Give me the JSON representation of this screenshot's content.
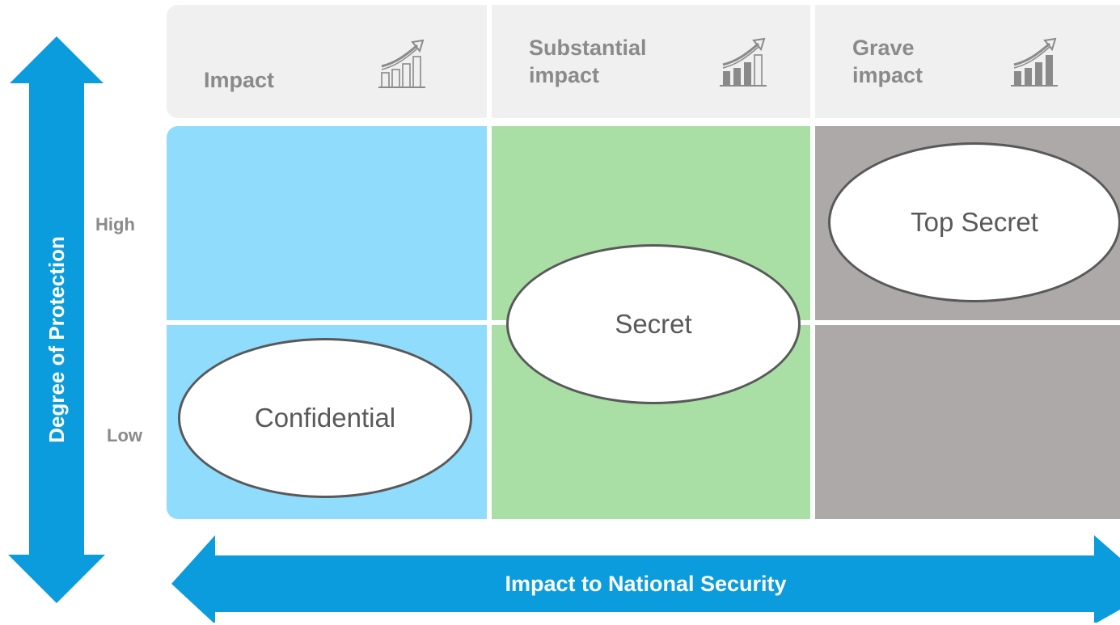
{
  "columns": [
    {
      "label_line1": "Impact",
      "label_line2": "",
      "icon": "bar-chart-outline-icon"
    },
    {
      "label_line1": "Substantial",
      "label_line2": "impact",
      "icon": "bar-chart-growth-icon"
    },
    {
      "label_line1": "Grave",
      "label_line2": "impact",
      "icon": "bar-chart-growth-icon"
    }
  ],
  "rows": {
    "high": "High",
    "low": "Low"
  },
  "classifications": {
    "confidential": "Confidential",
    "secret": "Secret",
    "top_secret": "Top Secret"
  },
  "axes": {
    "vertical": "Degree of Protection",
    "horizontal": "Impact to National Security"
  },
  "colors": {
    "arrow": "#0a9cdc",
    "confidential_zone": "#8fdcfd",
    "secret_zone": "#a9dfa4",
    "top_secret_zone": "#aca9a8",
    "header_bg": "#f0f0f0",
    "label_gray": "#8a8a8a",
    "ellipse_border": "#595959"
  }
}
